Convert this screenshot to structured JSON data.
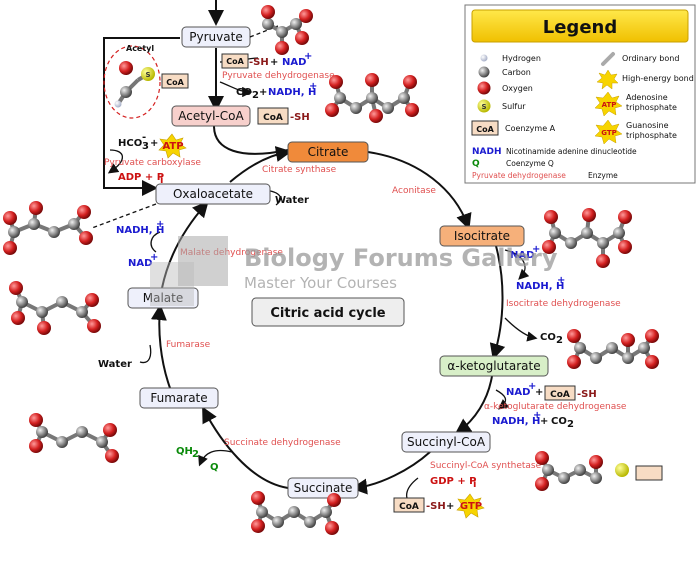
{
  "title": "Citric acid cycle",
  "metabolites": {
    "pyruvate": "Pyruvate",
    "acetyl_coa": "Acetyl-CoA",
    "citrate": "Citrate",
    "isocitrate": "Isocitrate",
    "ketoglutarate": "α-ketoglutarate",
    "succinyl_coa": "Succinyl-CoA",
    "succinate": "Succinate",
    "fumarate": "Fumarate",
    "malate": "Malate",
    "oxaloacetate": "Oxaloacetate"
  },
  "enzymes": {
    "pyruvate_dehydrogenase": "Pyruvate dehydrogenase",
    "pyruvate_carboxylase": "Pyruvate carboxylase",
    "citrate_synthase": "Citrate synthase",
    "aconitase": "Aconitase",
    "isocitrate_dehydrogenase": "Isocitrate dehydrogenase",
    "akg_dehydrogenase": "α-ketoglutarate dehydrogenase",
    "succinyl_coa_synthetase": "Succinyl-CoA synthetase",
    "succinate_dehydrogenase": "Succinate dehydrogenase",
    "fumarase": "Fumarase",
    "malate_dehydrogenase": "Malate dehydrogenase"
  },
  "cofactors": {
    "coa": "CoA",
    "sh": "-SH",
    "plus": "+",
    "nad_plus": "NAD",
    "sup_plus": "+",
    "co2": "CO",
    "sub_2": "2",
    "nadh_h": "NADH, H",
    "hco3": "HCO",
    "sub_3": "3",
    "sup_minus": "-",
    "atp": "ATP",
    "gtp": "GTP",
    "adp_pi": "ADP + P",
    "gdp_pi": "GDP + P",
    "sub_i": "i",
    "water": "Water",
    "qh2": "QH",
    "q": "Q",
    "acetyl": "Acetyl",
    "s": "S"
  },
  "legend": {
    "title": "Legend",
    "hydrogen": "Hydrogen",
    "carbon": "Carbon",
    "oxygen": "Oxygen",
    "sulfur": "Sulfur",
    "coenzyme_a": "Coenzyme A",
    "ordinary_bond": "Ordinary bond",
    "high_energy_bond": "High-energy bond",
    "atp_line1": "Adenosine",
    "atp_line2": "triphosphate",
    "gtp_line1": "Guanosine",
    "gtp_line2": "triphosphate",
    "nadh_abbr": "NADH",
    "nadh_full": "Nicotinamide adenine dinucleotide",
    "q_abbr": "Q",
    "q_full": "Coenzyme Q",
    "enzyme_example": "Pyruvate dehydrogenase",
    "enzyme_word": "Enzyme"
  },
  "watermark": {
    "line1": "Biology Forums Gallery",
    "line2": "Master Your Courses"
  },
  "colors": {
    "box_fill": "#eef0fb",
    "citrate_fill": "#f08a3a",
    "isocitrate_fill": "#f6b07a",
    "akg_fill": "#d8efc8",
    "acetyl_fill": "#f7d0cc",
    "enzyme_text": "#e05050",
    "oxygen": "#d42020",
    "carbon": "#8a8a8a",
    "legend_title_bg": "#f5d200"
  }
}
